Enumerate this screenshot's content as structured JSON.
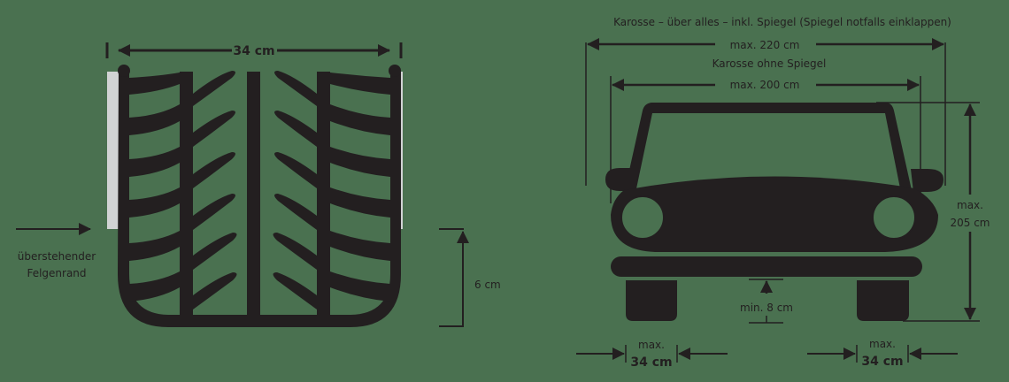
{
  "colors": {
    "background": "#4a7150",
    "ink": "#231f20",
    "rim": "#d1d3d4"
  },
  "tire_diagram": {
    "width_label": "34 cm",
    "rim_label_line1": "überstehender",
    "rim_label_line2": "Felgenrand",
    "height_label": "6 cm"
  },
  "car_diagram": {
    "overall_title": "Karosse – über alles – inkl. Spiegel (Spiegel notfalls einklappen)",
    "overall_width_label": "max. 220 cm",
    "body_title": "Karosse ohne Spiegel",
    "body_width_label": "max. 200 cm",
    "height_label_line1": "max.",
    "height_label_line2": "205 cm",
    "clearance_label": "min. 8 cm",
    "left_wheel_label_line1": "max.",
    "left_wheel_label_line2": "34 cm",
    "right_wheel_label_line1": "max.",
    "right_wheel_label_line2": "34 cm"
  }
}
